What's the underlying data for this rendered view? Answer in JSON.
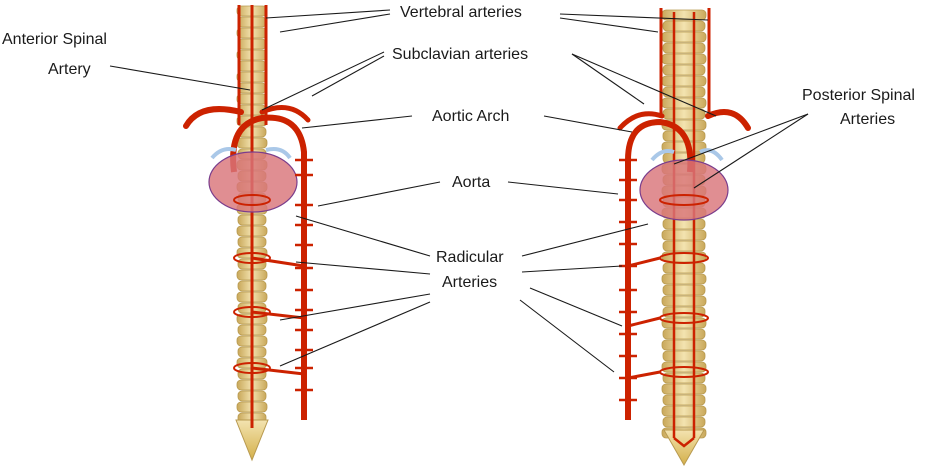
{
  "labels": {
    "vertebral": "Vertebral arteries",
    "anterior_spinal_line1": "Anterior Spinal",
    "anterior_spinal_line2": "Artery",
    "subclavian": "Subclavian arteries",
    "aortic_arch": "Aortic Arch",
    "posterior_spinal_line1": "Posterior Spinal",
    "posterior_spinal_line2": "Arteries",
    "aorta": "Aorta",
    "radicular_line1": "Radicular",
    "radicular_line2": "Arteries"
  },
  "colors": {
    "artery": "#cc2200",
    "vertebra_fill": "#e8d49a",
    "vertebra_edge": "#b89a50",
    "aorta_fill": "#d9757a",
    "aorta_edge": "#7a3d8c",
    "pleura": "#aac8e8"
  }
}
